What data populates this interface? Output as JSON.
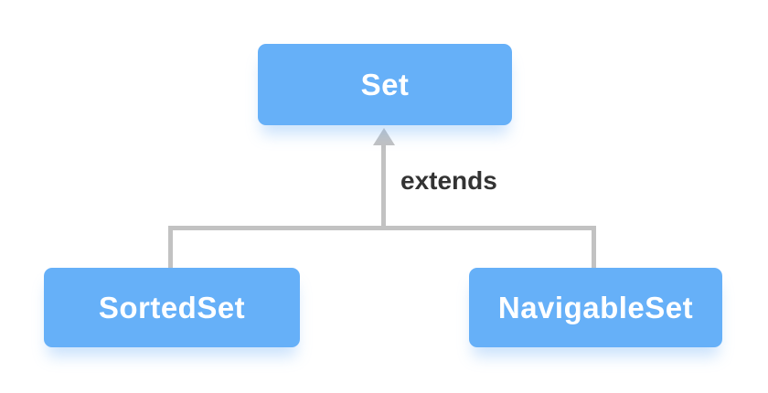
{
  "diagram": {
    "type": "class-hierarchy",
    "nodes": [
      {
        "id": "set",
        "label": "Set"
      },
      {
        "id": "sortedset",
        "label": "SortedSet"
      },
      {
        "id": "navigableset",
        "label": "NavigableSet"
      }
    ],
    "edge": {
      "label": "extends",
      "kind": "inheritance-arrow-up",
      "from": [
        "sortedset",
        "navigableset"
      ],
      "to": "set"
    },
    "colors": {
      "node_fill": "#66B0F8",
      "node_text": "#FFFFFF",
      "node_glow": "#7AB6F8",
      "connector": "#C2C2C2",
      "edge_label_text": "#333333",
      "background": "#FFFFFF"
    }
  }
}
